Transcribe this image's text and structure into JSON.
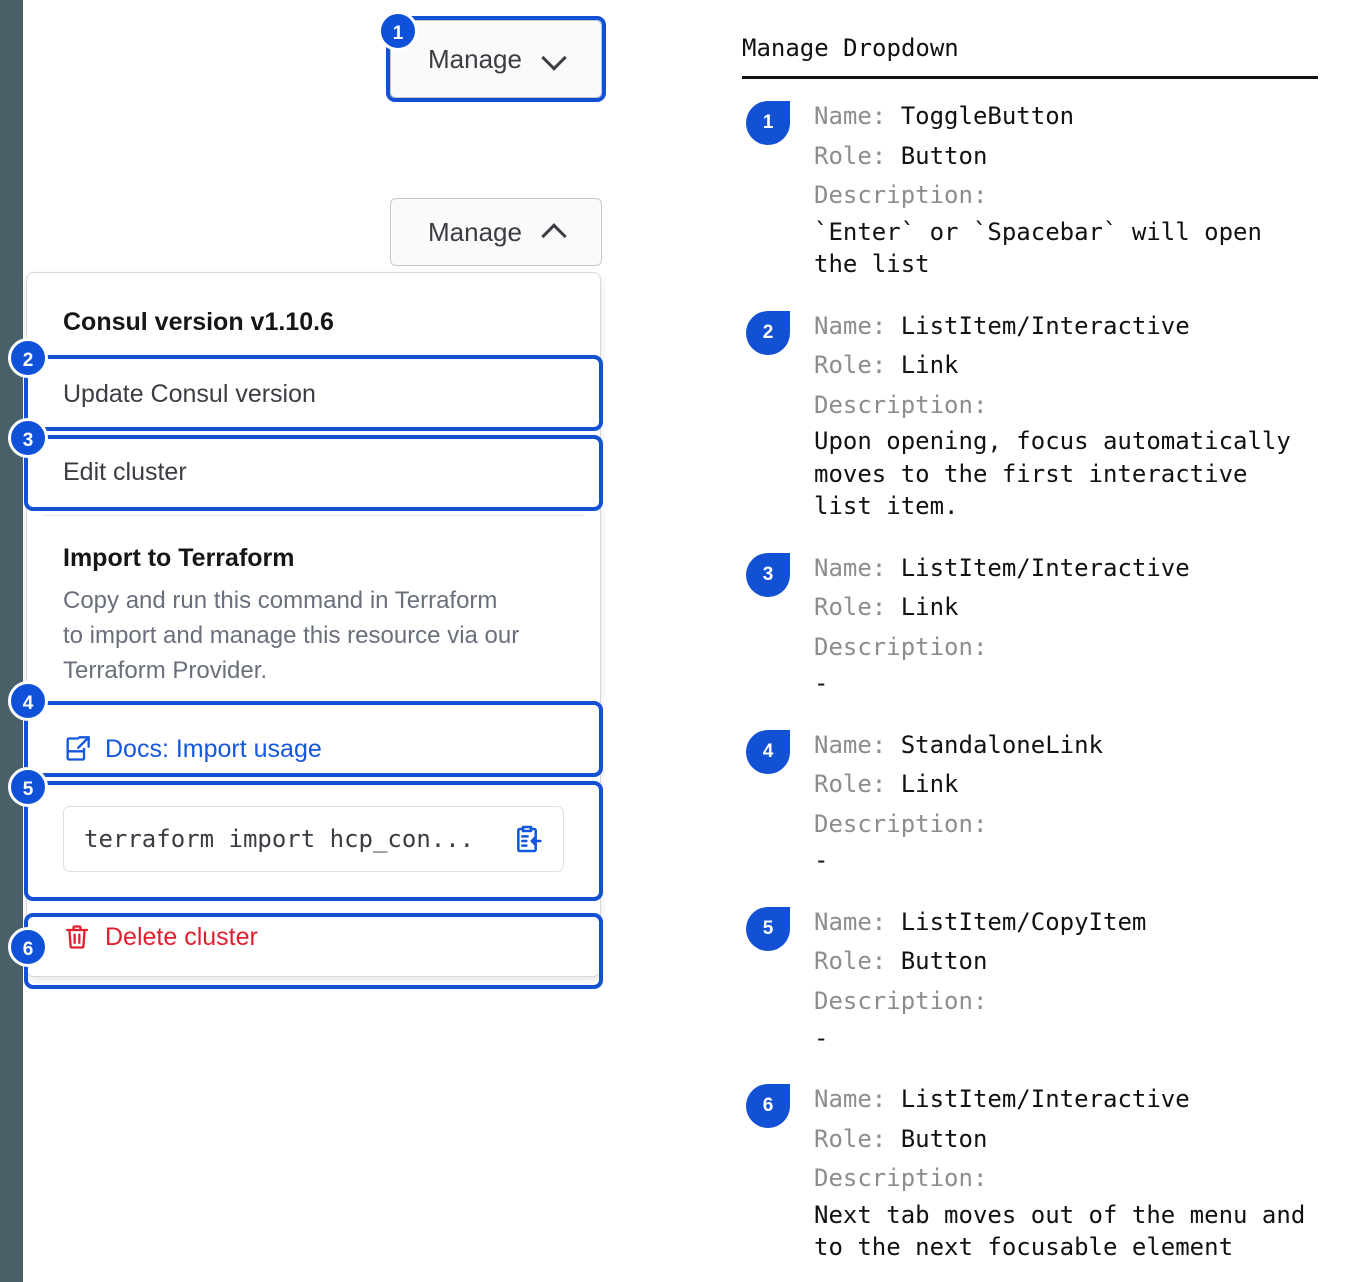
{
  "colors": {
    "accent_blue": "#1250d4",
    "badge_blue": "#0f52d9",
    "link_blue": "#1358dc",
    "danger_red": "#e0202e",
    "rail_slate": "#4a6068",
    "muted_gray": "#8d8d8d"
  },
  "left_panel": {
    "toggle_closed": {
      "label": "Manage",
      "icon": "chevron-down-icon"
    },
    "toggle_open": {
      "label": "Manage",
      "icon": "chevron-up-icon"
    },
    "badge_1": "1",
    "badge_2": "2",
    "badge_3": "3",
    "badge_4": "4",
    "badge_5": "5",
    "badge_6": "6",
    "dropdown": {
      "header": "Consul version v1.10.6",
      "item_update": "Update Consul version",
      "item_edit": "Edit cluster",
      "terraform_title": "Import to Terraform",
      "terraform_body": "Copy and run this command in Terraform to import and manage this resource via our Terraform Provider.",
      "docs_link": "Docs: Import usage",
      "docs_link_icon": "external-link-icon",
      "terraform_command": "terraform import hcp_con...",
      "copy_icon": "clipboard-copy-icon",
      "delete_label": "Delete cluster",
      "delete_icon": "trash-icon"
    }
  },
  "annotations": {
    "title": "Manage Dropdown",
    "labels": {
      "name": "Name:",
      "role": "Role:",
      "description": "Description:"
    },
    "entries": [
      {
        "num": "1",
        "name": "ToggleButton",
        "role": "Button",
        "description": "`Enter` or `Spacebar` will open\nthe list"
      },
      {
        "num": "2",
        "name": "ListItem/Interactive",
        "role": "Link",
        "description": "Upon opening, focus automatically\nmoves to the first interactive\nlist item."
      },
      {
        "num": "3",
        "name": "ListItem/Interactive",
        "role": "Link",
        "description": "-"
      },
      {
        "num": "4",
        "name": "StandaloneLink",
        "role": "Link",
        "description": "-"
      },
      {
        "num": "5",
        "name": "ListItem/CopyItem",
        "role": "Button",
        "description": "-"
      },
      {
        "num": "6",
        "name": "ListItem/Interactive",
        "role": "Button",
        "description": "Next tab moves out of the menu and\nto the next focusable element"
      }
    ]
  }
}
